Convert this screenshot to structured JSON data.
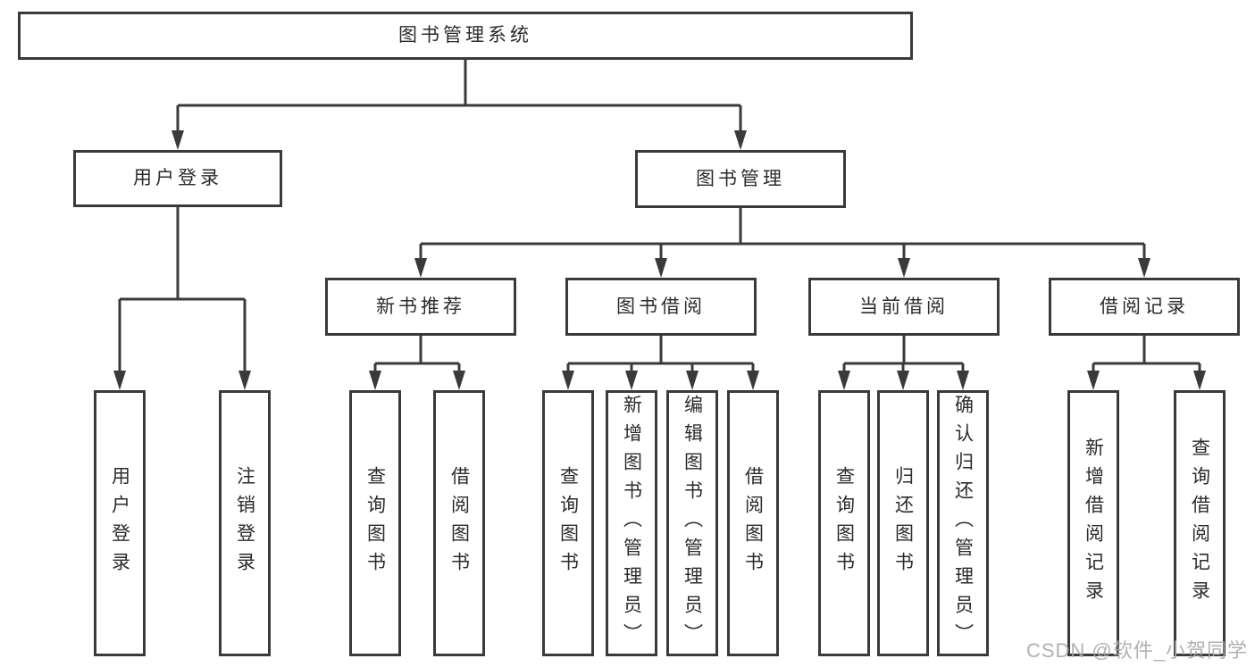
{
  "tree": {
    "root": {
      "label": "图书管理系统"
    },
    "branches": [
      {
        "label": "用户登录",
        "children": [
          {
            "label": "用户登录"
          },
          {
            "label": "注销登录"
          }
        ]
      },
      {
        "label": "图书管理",
        "children": [
          {
            "label": "新书推荐",
            "children": [
              {
                "label": "查询图书"
              },
              {
                "label": "借阅图书"
              }
            ]
          },
          {
            "label": "图书借阅",
            "children": [
              {
                "label": "查询图书"
              },
              {
                "label": "新增图书（管理员）"
              },
              {
                "label": "编辑图书（管理员）"
              },
              {
                "label": "借阅图书"
              }
            ]
          },
          {
            "label": "当前借阅",
            "children": [
              {
                "label": "查询图书"
              },
              {
                "label": "归还图书"
              },
              {
                "label": "确认归还（管理员）"
              }
            ]
          },
          {
            "label": "借阅记录",
            "children": [
              {
                "label": "新增借阅记录"
              },
              {
                "label": "查询借阅记录"
              }
            ]
          }
        ]
      }
    ]
  },
  "watermark": {
    "text": "CSDN @软件_小贺同学"
  },
  "colors": {
    "line": "#3a3a3a",
    "text": "#2b2b2b",
    "watermark": "#a8a8a8"
  }
}
